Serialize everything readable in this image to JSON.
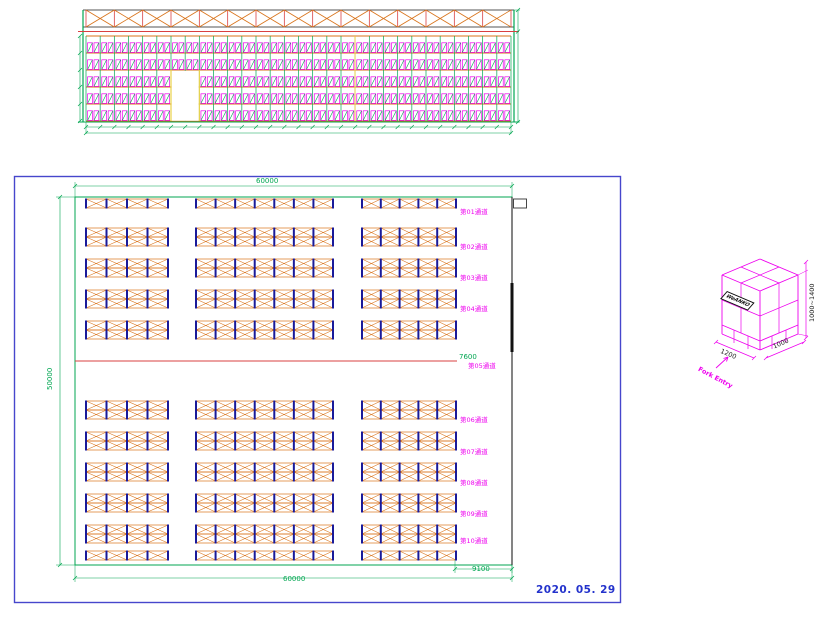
{
  "colors": {
    "green": "#00a651",
    "magenta": "#ee00ee",
    "orange": "#d9731a",
    "red": "#d94040",
    "navy": "#1a1a99",
    "frame": "#4646cc",
    "yellow": "#e8d24a",
    "dark": "#333333"
  },
  "plan": {
    "aisle_labels": [
      "第01通道",
      "第02通道",
      "第03通道",
      "第04通道",
      "第05通道",
      "第06通道",
      "第07通道",
      "第08通道",
      "第09通道",
      "第10通道"
    ],
    "dim_top": "60000",
    "dim_bottom": "60000",
    "dim_left": "50000",
    "dim_dock": "9100",
    "dim_aisle": "7600",
    "date": "2020. 05. 29"
  },
  "pallet": {
    "brand": "WeANKO",
    "dim_height": "1000~1400",
    "dim_depth": "1200",
    "dim_width": "1000",
    "fork_entry_label": "Fork Entry"
  }
}
